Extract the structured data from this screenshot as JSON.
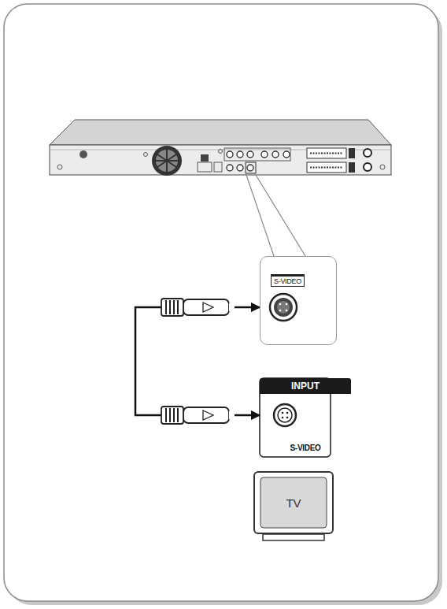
{
  "diagram": {
    "nodes": [
      {
        "text": [
          "S-VIDEO"
        ]
      },
      {
        "text": [
          "INPUT",
          "S-VIDEO"
        ]
      },
      {
        "text": [
          "TV"
        ]
      }
    ],
    "edges": [
      {
        "from": 0,
        "to": 1,
        "arrow": "both"
      }
    ]
  }
}
